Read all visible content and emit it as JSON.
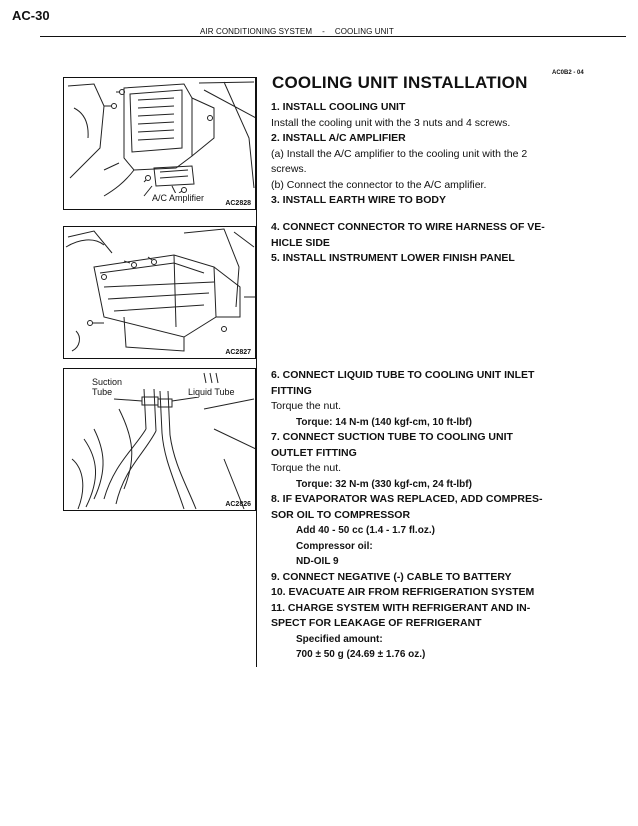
{
  "page": {
    "code": "AC-30",
    "header_section": "AIR CONDITIONING SYSTEM",
    "header_sep": "-",
    "header_sub": "COOLING UNIT",
    "doc_code": "AC0B2 - 04"
  },
  "figures": [
    {
      "code": "AC2828",
      "labels": [
        "A/C Amplifier"
      ]
    },
    {
      "code": "AC2827",
      "labels": []
    },
    {
      "code": "AC2826",
      "labels": [
        "Suction",
        "Tube",
        "Liquid Tube"
      ]
    }
  ],
  "title": "COOLING UNIT INSTALLATION",
  "block1": [
    {
      "text": "1. INSTALL COOLING UNIT",
      "bold": true
    },
    {
      "text": "Install the cooling unit with the 3 nuts and 4 screws."
    },
    {
      "text": "2. INSTALL A/C AMPLIFIER",
      "bold": true
    },
    {
      "text": "(a) Install the A/C amplifier to the cooling unit with the 2"
    },
    {
      "text": "screws."
    },
    {
      "text": "(b) Connect the connector to the A/C amplifier."
    },
    {
      "text": "3. INSTALL EARTH WIRE TO BODY",
      "bold": true
    }
  ],
  "block2": [
    {
      "text": "4. CONNECT CONNECTOR TO WIRE HARNESS OF VE-",
      "bold": true
    },
    {
      "text": "HICLE SIDE",
      "bold": true
    },
    {
      "text": "5. INSTALL INSTRUMENT LOWER FINISH PANEL",
      "bold": true
    }
  ],
  "block3": [
    {
      "text": "6. CONNECT LIQUID TUBE TO COOLING UNIT INLET",
      "bold": true
    },
    {
      "text": "FITTING",
      "bold": true
    },
    {
      "text": "Torque the nut."
    },
    {
      "text": "Torque: 14 N-m (140 kgf-cm, 10 ft-lbf)",
      "indent": true
    },
    {
      "text": "7. CONNECT SUCTION TUBE TO COOLING UNIT",
      "bold": true
    },
    {
      "text": "OUTLET FITTING",
      "bold": true
    },
    {
      "text": "Torque the nut."
    },
    {
      "text": "Torque: 32 N-m (330 kgf-cm, 24 ft-lbf)",
      "indent": true
    },
    {
      "text": "8. IF EVAPORATOR WAS REPLACED, ADD COMPRES-",
      "bold": true
    },
    {
      "text": "SOR OIL TO COMPRESSOR",
      "bold": true
    },
    {
      "text": "Add 40 - 50 cc (1.4 - 1.7 fl.oz.)",
      "indent": true
    },
    {
      "text": "Compressor oil:",
      "indent": true
    },
    {
      "text": "ND-OIL 9",
      "indent": true
    },
    {
      "text": "9. CONNECT NEGATIVE (-) CABLE TO BATTERY",
      "bold": true
    },
    {
      "text": "10. EVACUATE AIR FROM REFRIGERATION SYSTEM",
      "bold": true
    },
    {
      "text": "11. CHARGE SYSTEM WITH REFRIGERANT AND IN-",
      "bold": true
    },
    {
      "text": "SPECT FOR LEAKAGE OF REFRIGERANT",
      "bold": true
    },
    {
      "text": "Specified amount:",
      "indent": true
    },
    {
      "text": "700 ± 50 g (24.69 ± 1.76 oz.)",
      "indent": true
    }
  ]
}
